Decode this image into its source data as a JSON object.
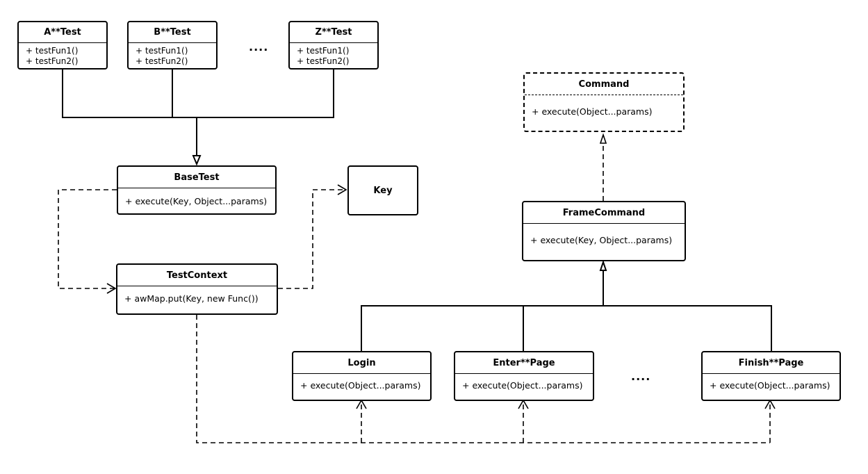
{
  "classes": {
    "a_test": {
      "title": "A**Test",
      "members": [
        "+ testFun1()",
        "+ testFun2()"
      ]
    },
    "b_test": {
      "title": "B**Test",
      "members": [
        "+ testFun1()",
        "+ testFun2()"
      ]
    },
    "z_test": {
      "title": "Z**Test",
      "members": [
        "+ testFun1()",
        "+ testFun2()"
      ]
    },
    "command": {
      "title": "Command",
      "members": [
        "+ execute(Object...params)"
      ]
    },
    "base_test": {
      "title": "BaseTest",
      "members": [
        "+ execute(Key, Object...params)"
      ]
    },
    "key": {
      "title": "Key"
    },
    "frame_command": {
      "title": "FrameCommand",
      "members": [
        "+ execute(Key, Object...params)"
      ]
    },
    "test_context": {
      "title": "TestContext",
      "members": [
        "+ awMap.put(Key, new Func())"
      ]
    },
    "login": {
      "title": "Login",
      "members": [
        "+ execute(Object...params)"
      ]
    },
    "enter_page": {
      "title": "Enter**Page",
      "members": [
        "+ execute(Object...params)"
      ]
    },
    "finish_page": {
      "title": "Finish**Page",
      "members": [
        "+ execute(Object...params)"
      ]
    }
  },
  "ellipsis": {
    "tests": "....",
    "pages": "...."
  }
}
